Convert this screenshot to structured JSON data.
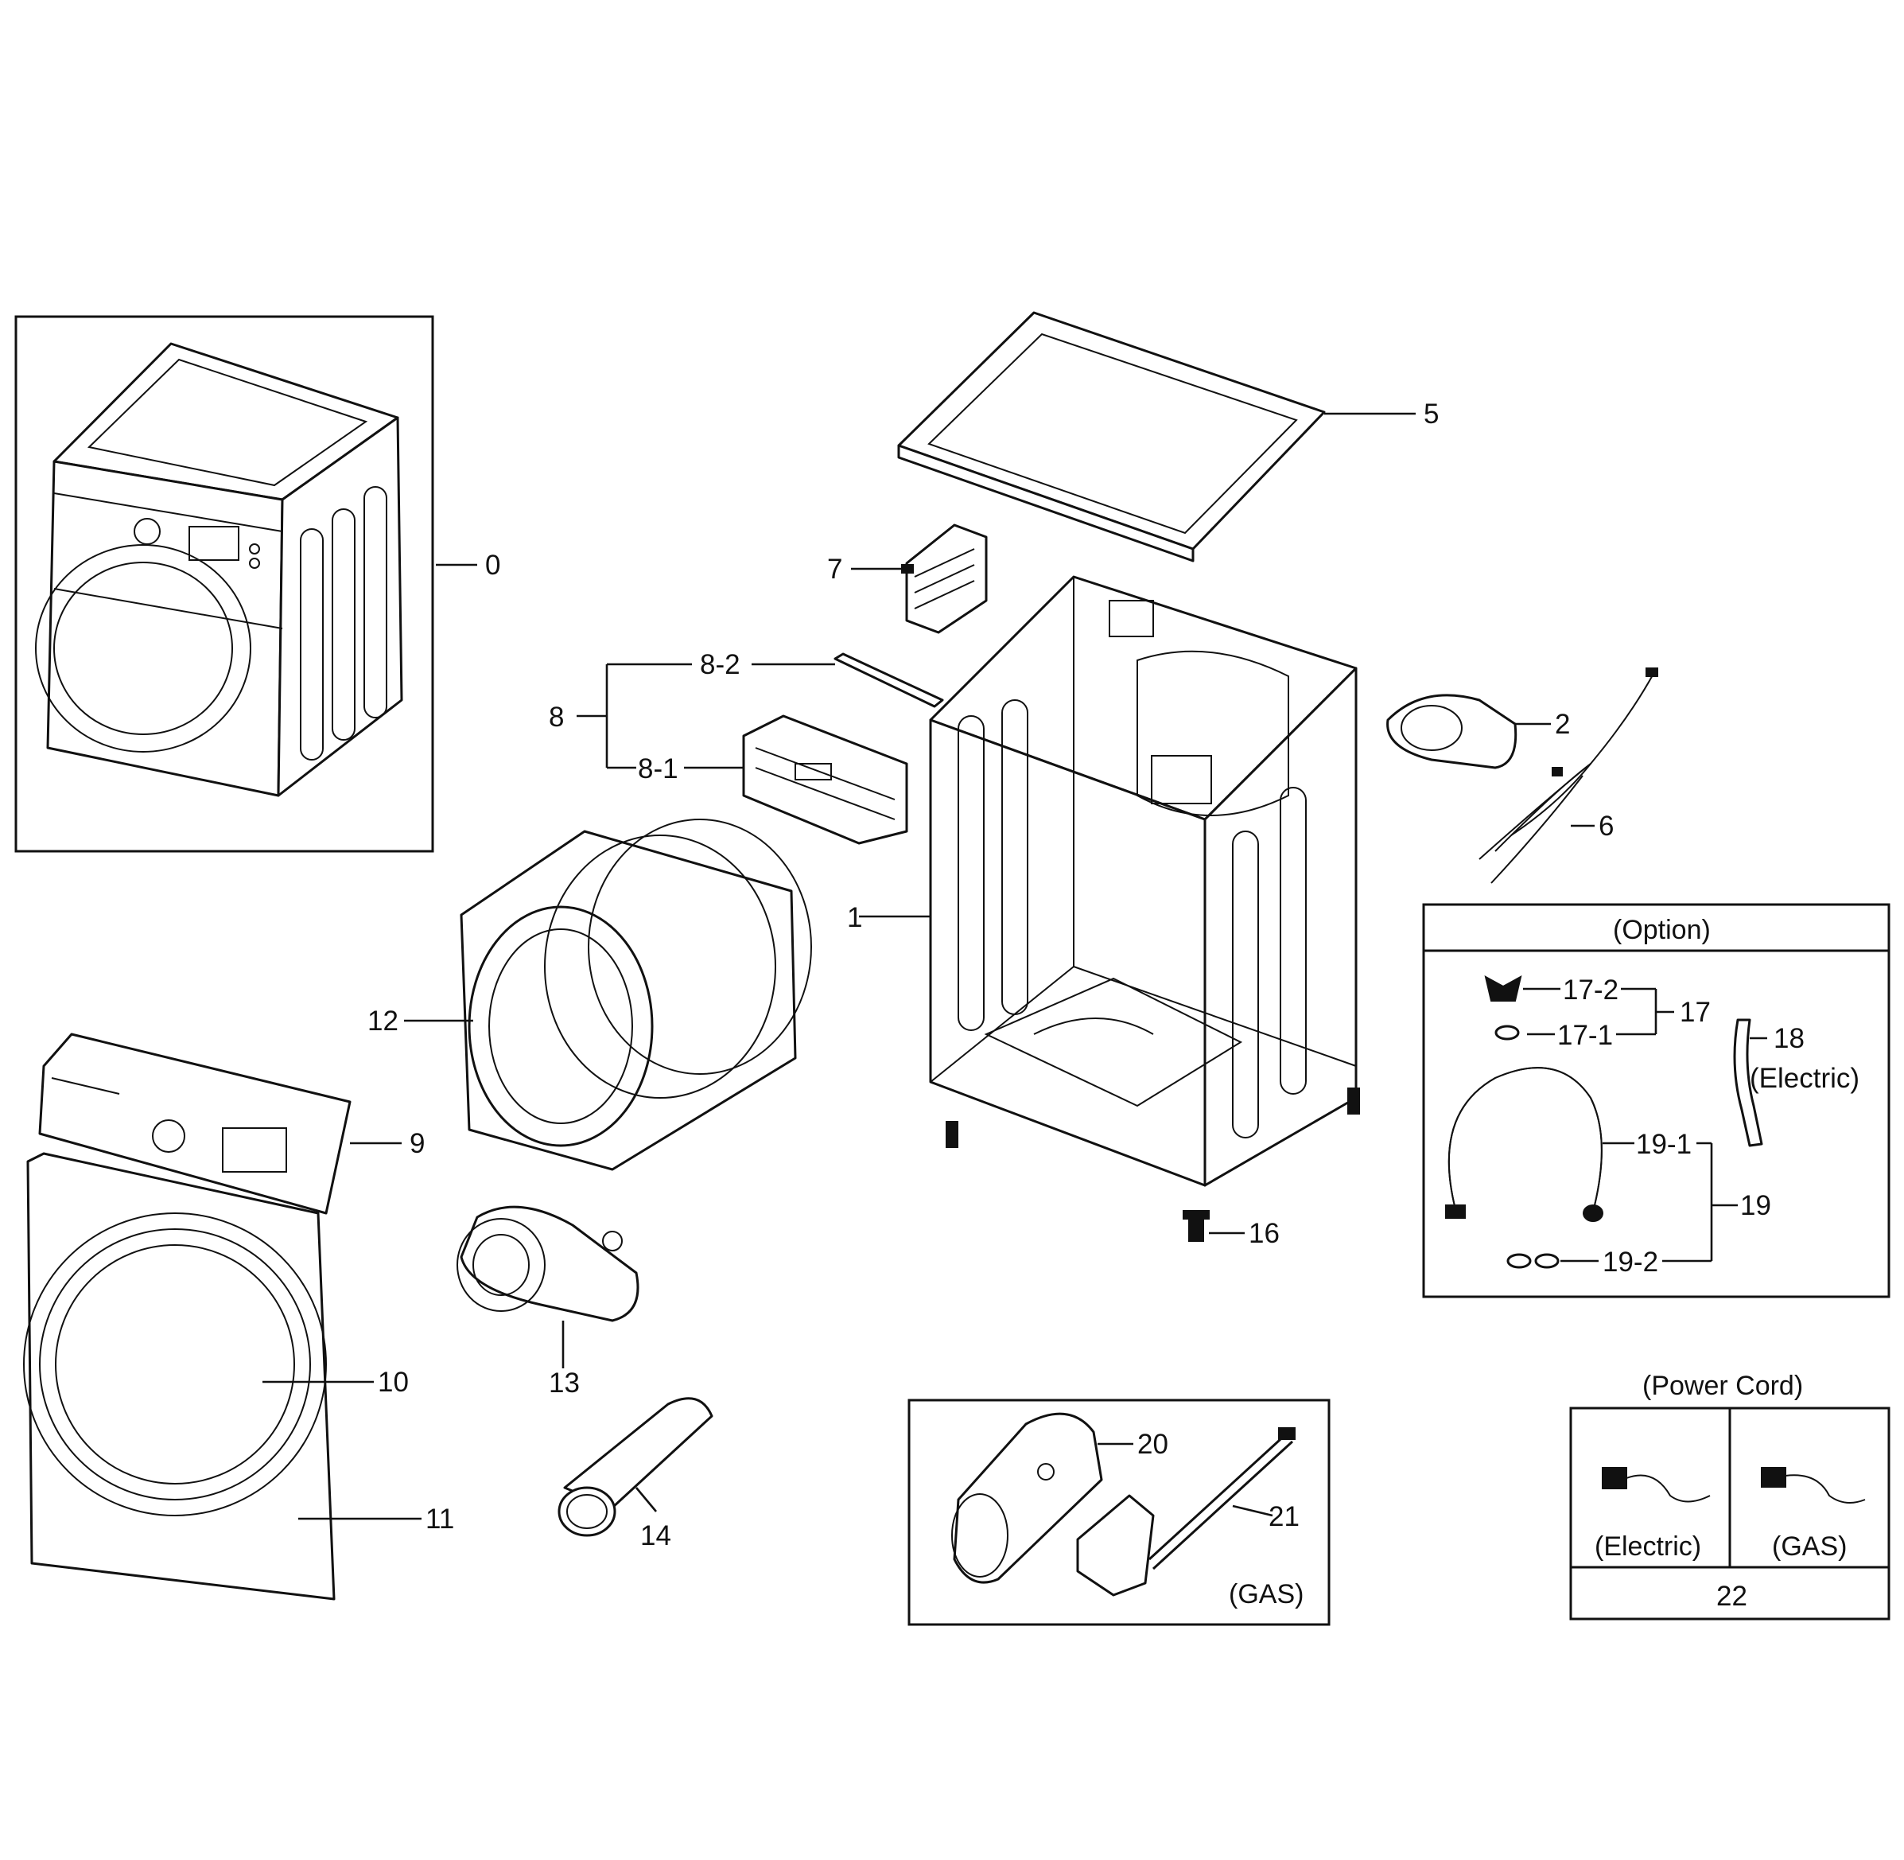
{
  "labels": {
    "p0": "0",
    "p1": "1",
    "p2": "2",
    "p5": "5",
    "p6": "6",
    "p7": "7",
    "p8": "8",
    "p8_1": "8-1",
    "p8_2": "8-2",
    "p9": "9",
    "p10": "10",
    "p11": "11",
    "p12": "12",
    "p13": "13",
    "p14": "14",
    "p16": "16",
    "p17": "17",
    "p17_1": "17-1",
    "p17_2": "17-2",
    "p18": "18",
    "p19": "19",
    "p19_1": "19-1",
    "p19_2": "19-2",
    "p20": "20",
    "p21": "21",
    "p22": "22"
  },
  "option_box": {
    "title": "(Option)",
    "electric_note": "(Electric)"
  },
  "gas_box": {
    "note": "(GAS)"
  },
  "power_cord_box": {
    "title": "(Power Cord)",
    "electric": "(Electric)",
    "gas": "(GAS)"
  }
}
